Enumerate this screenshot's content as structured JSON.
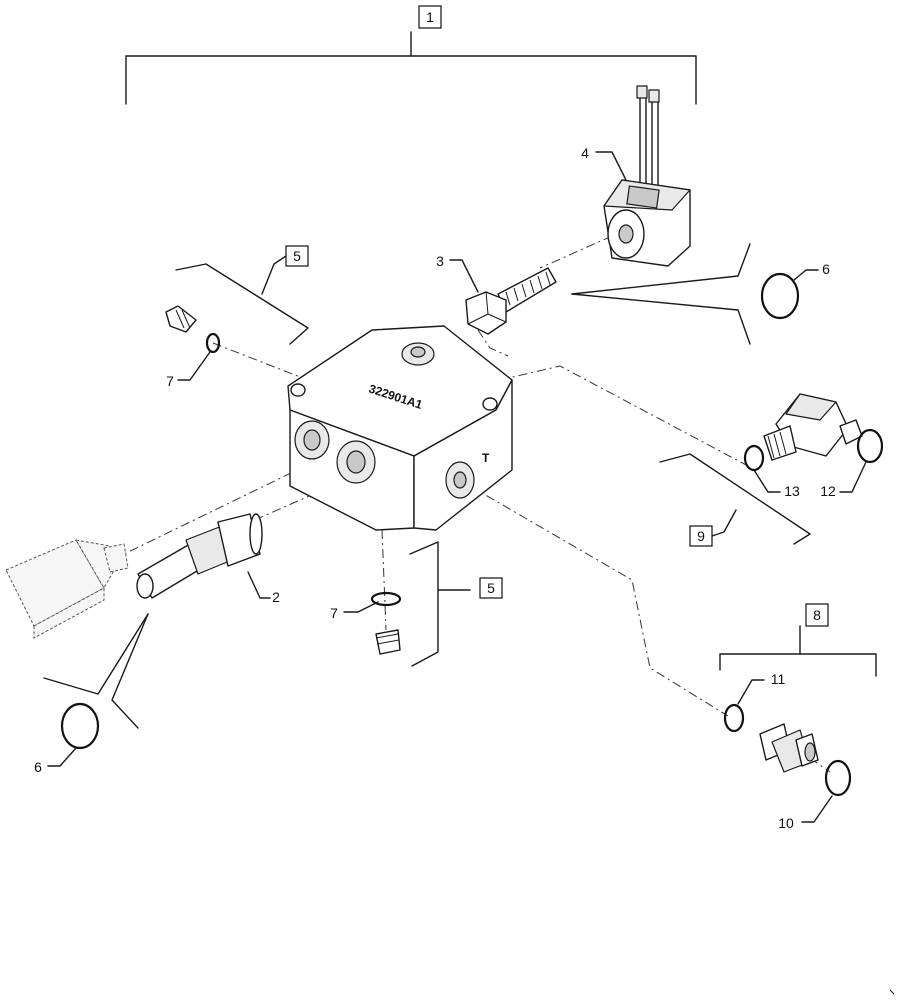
{
  "callouts": {
    "c1": "1",
    "c2": "2",
    "c3": "3",
    "c4": "4",
    "c5a": "5",
    "c5b": "5",
    "c6a": "6",
    "c6b": "6",
    "c7a": "7",
    "c7b": "7",
    "c8": "8",
    "c9": "9",
    "c10": "10",
    "c11": "11",
    "c12": "12",
    "c13": "13"
  },
  "block_marking": "322901A1",
  "port_marking": "T"
}
